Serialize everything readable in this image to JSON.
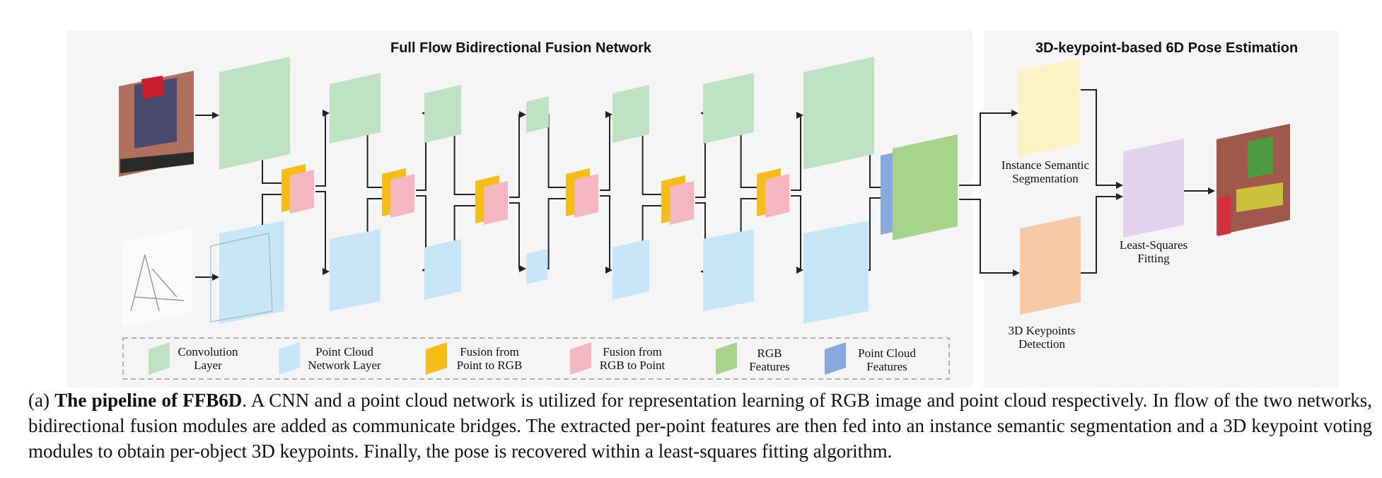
{
  "panels": {
    "fusion_title": "Full Flow Bidirectional Fusion Network",
    "pose_title": "3D-keypoint-based 6D Pose Estimation"
  },
  "stages": {
    "segmentation": "Instance Semantic\nSegmentation",
    "keypoints": "3D Keypoints\nDetection",
    "fitting": "Least-Squares\nFitting"
  },
  "legend": [
    {
      "label": "Convolution\nLayer",
      "color": "#bfe3c2"
    },
    {
      "label": "Point Cloud\nNetwork Layer",
      "color": "#c7e6f7"
    },
    {
      "label": "Fusion from\nPoint to RGB",
      "color": "#f6bd16"
    },
    {
      "label": "Fusion from\nRGB to Point",
      "color": "#f4b6c0"
    },
    {
      "label": "RGB\nFeatures",
      "color": "#a6d48a"
    },
    {
      "label": "Point Cloud\nFeatures",
      "color": "#8aa8e0"
    }
  ],
  "colors": {
    "panel_bg": "#f5f5f5",
    "rgb_layer": "#bfe3c2",
    "point_layer": "#c7e6f7",
    "fusion_p2r": "#f6bd16",
    "fusion_r2p": "#f4b6c0",
    "rgb_features": "#a6d48a",
    "point_features": "#8aa8e0",
    "segmentation": "#fdf2c6",
    "keypoints": "#f7c9a6",
    "fitting": "#e3d3ec"
  },
  "caption": {
    "prefix": "(a) ",
    "title": "The pipeline of FFB6D",
    "body": ". A CNN and a point cloud network is utilized for representation learning of RGB image and point cloud respectively. In flow of the two networks, bidirectional fusion modules are added as communicate bridges. The extracted per-point features are then fed into an instance semantic segmentation and a 3D keypoint voting modules to obtain per-object 3D keypoints. Finally, the pose is recovered within a least-squares fitting algorithm."
  }
}
